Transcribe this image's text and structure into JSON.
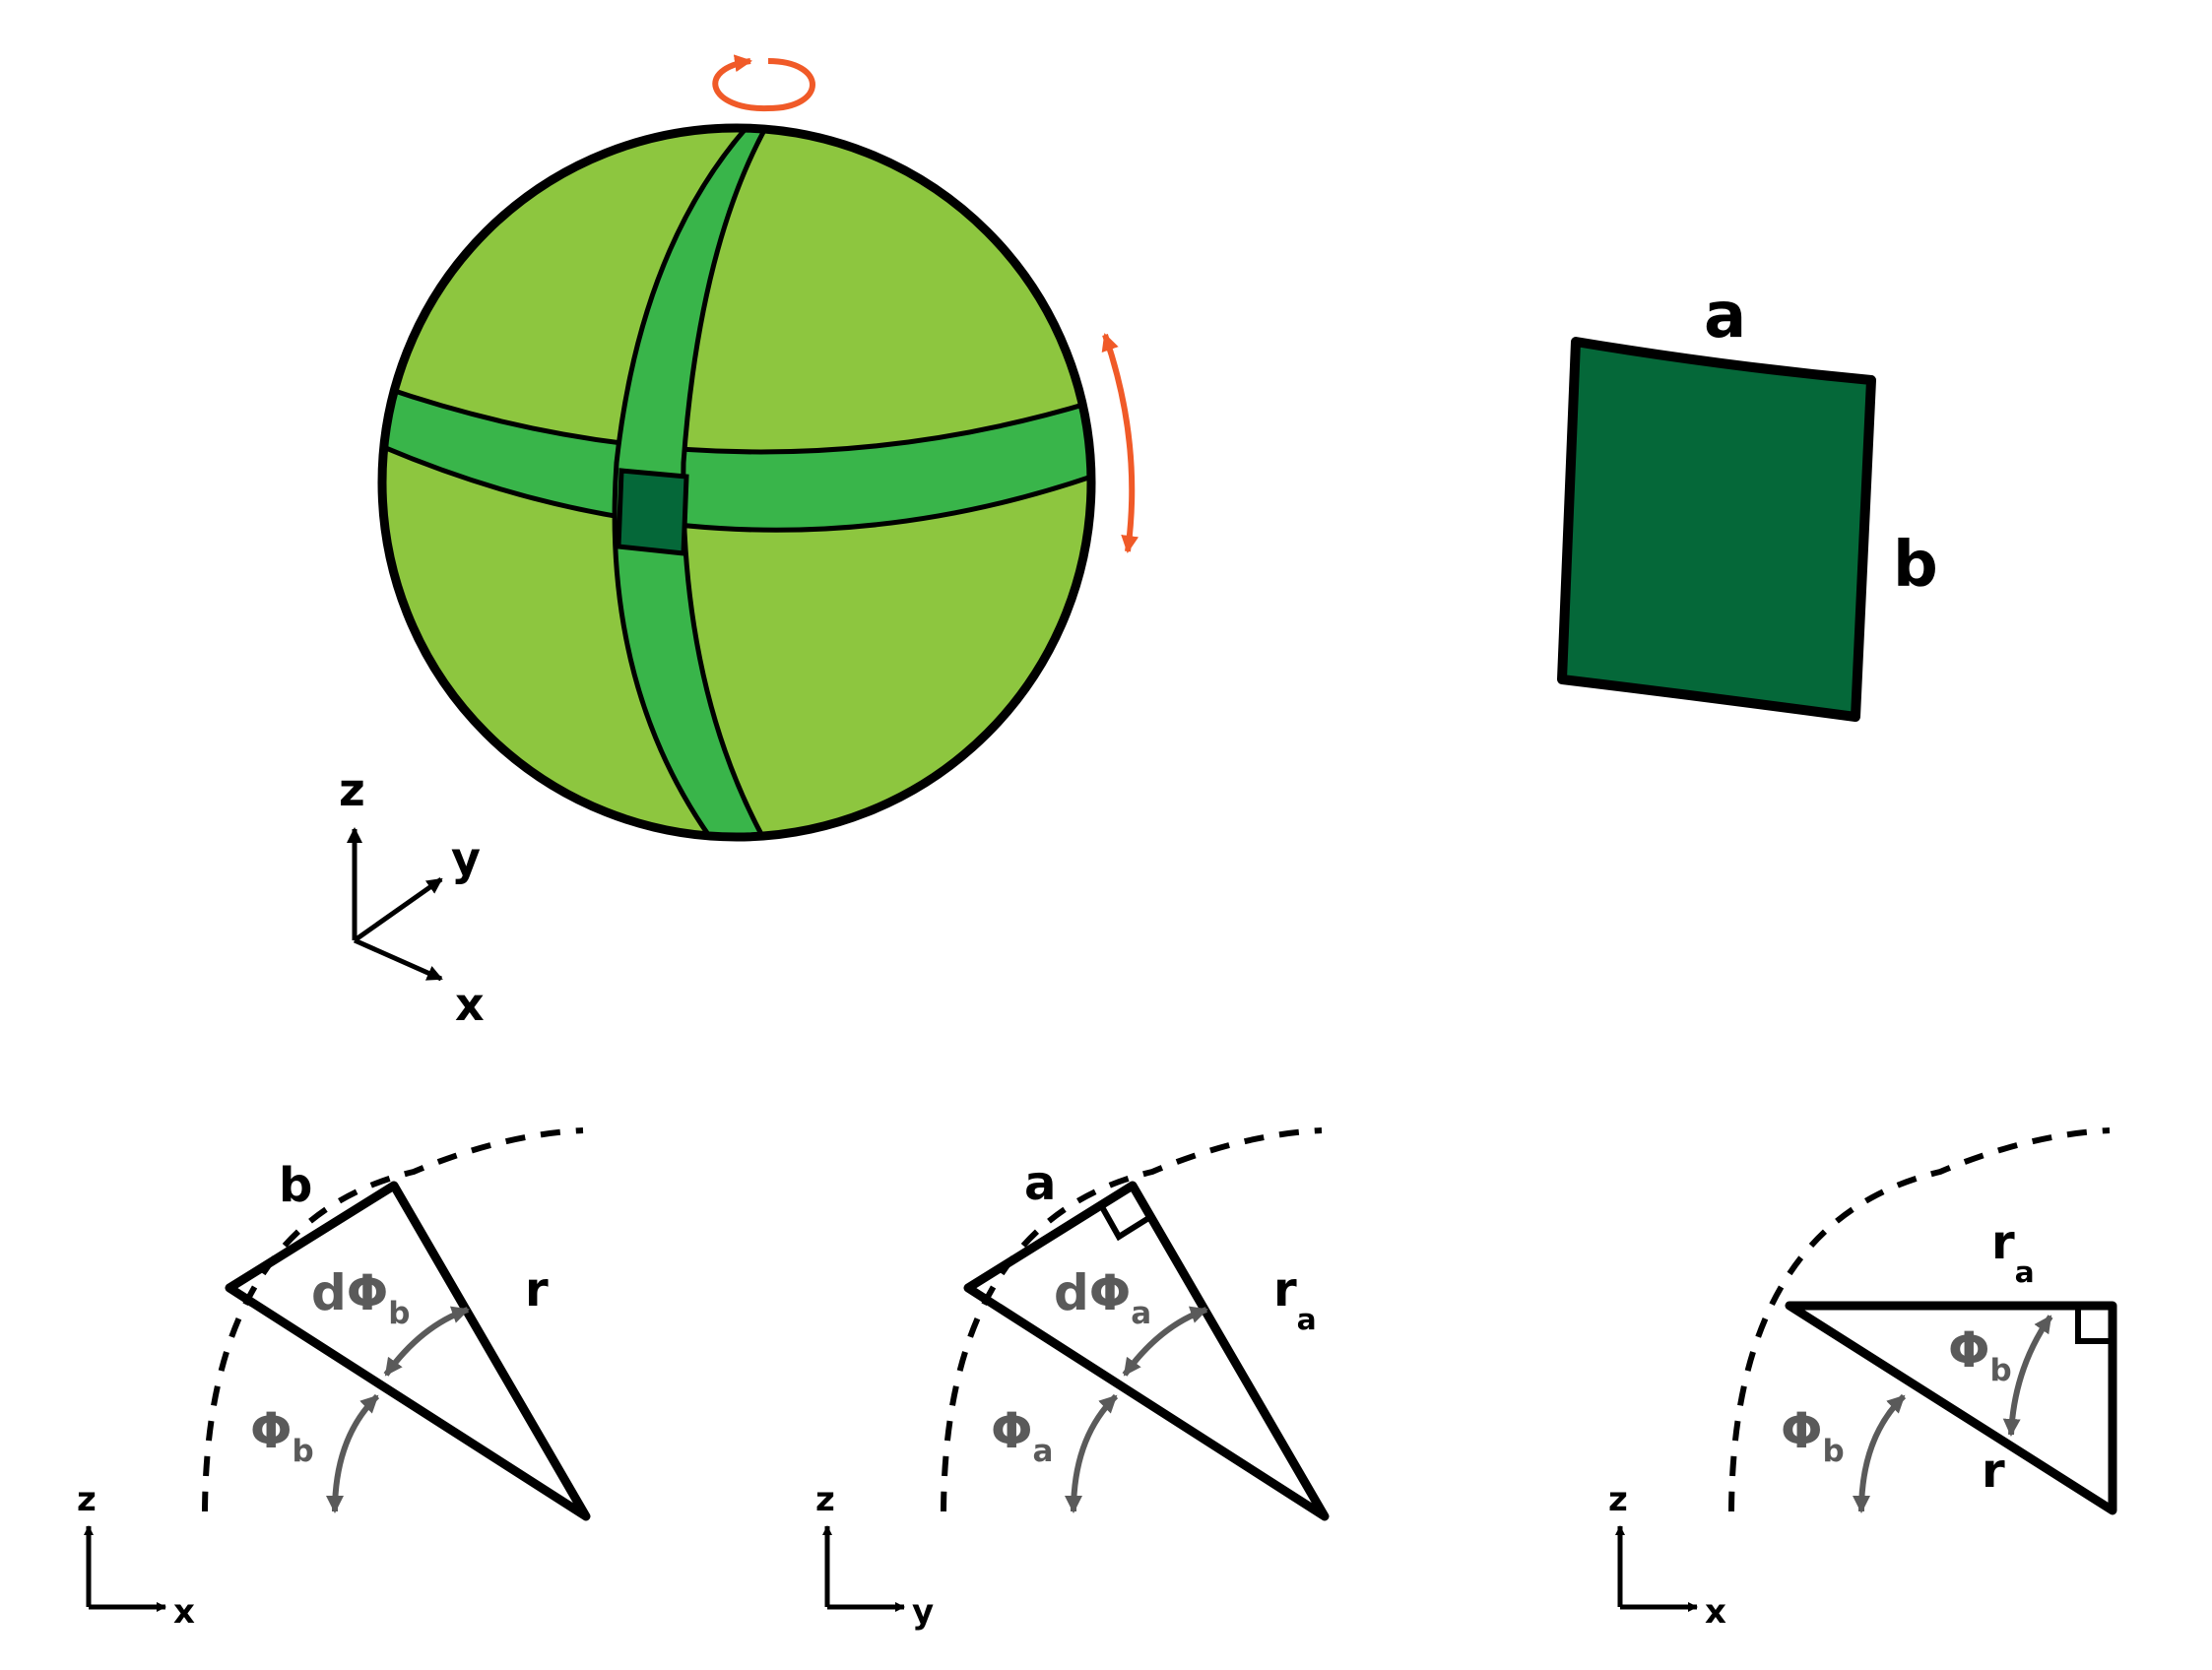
{
  "colors": {
    "sphere": "#8dc63f",
    "band": "#39b54a",
    "element": "#056839",
    "outline": "#000000",
    "rotation_arrow": "#f05a28",
    "angle_arrow": "#5a5a5a"
  },
  "sphere_axes": {
    "z": "z",
    "y": "y",
    "x": "x"
  },
  "element_labels": {
    "a": "a",
    "b": "b"
  },
  "panel1": {
    "edge_b": "b",
    "edge_r": "r",
    "dphi": "dΦ",
    "dphi_sub": "b",
    "phi": "Φ",
    "phi_sub": "b",
    "axis_v": "z",
    "axis_h": "x"
  },
  "panel2": {
    "edge_a": "a",
    "edge_r": "r",
    "edge_r_sub": "a",
    "dphi": "dΦ",
    "dphi_sub": "a",
    "phi": "Φ",
    "phi_sub": "a",
    "axis_v": "z",
    "axis_h": "y"
  },
  "panel3": {
    "edge_ra": "r",
    "edge_ra_sub": "a",
    "edge_r": "r",
    "phi_inner": "Φ",
    "phi_inner_sub": "b",
    "phi_outer": "Φ",
    "phi_outer_sub": "b",
    "axis_v": "z",
    "axis_h": "x"
  }
}
